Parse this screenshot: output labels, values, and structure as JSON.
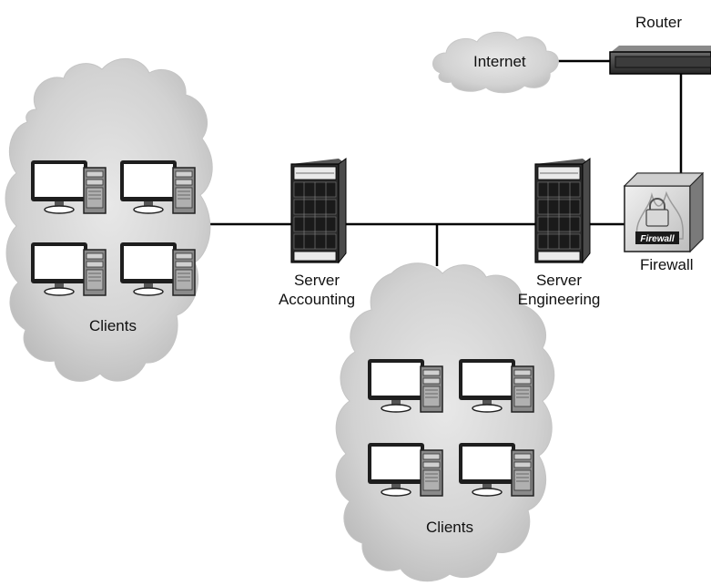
{
  "labels": {
    "router": "Router",
    "internet": "Internet",
    "server_accounting": [
      "Server",
      "Accounting"
    ],
    "server_engineering": [
      "Server",
      "Engineering"
    ],
    "firewall": "Firewall",
    "firewall_badge": "Firewall",
    "clients_left": "Clients",
    "clients_bottom": "Clients"
  },
  "icons": {
    "cloud": "cloud-icon",
    "router": "router-icon",
    "server": "server-rack-icon",
    "workstation": "desktop-computer-icon",
    "firewall": "firewall-icon"
  },
  "colors": {
    "cloud_fill": "#d4d4d4",
    "line": "#000000",
    "server_body": "#2b2b2b",
    "monitor_frame": "#1e1e1e"
  }
}
